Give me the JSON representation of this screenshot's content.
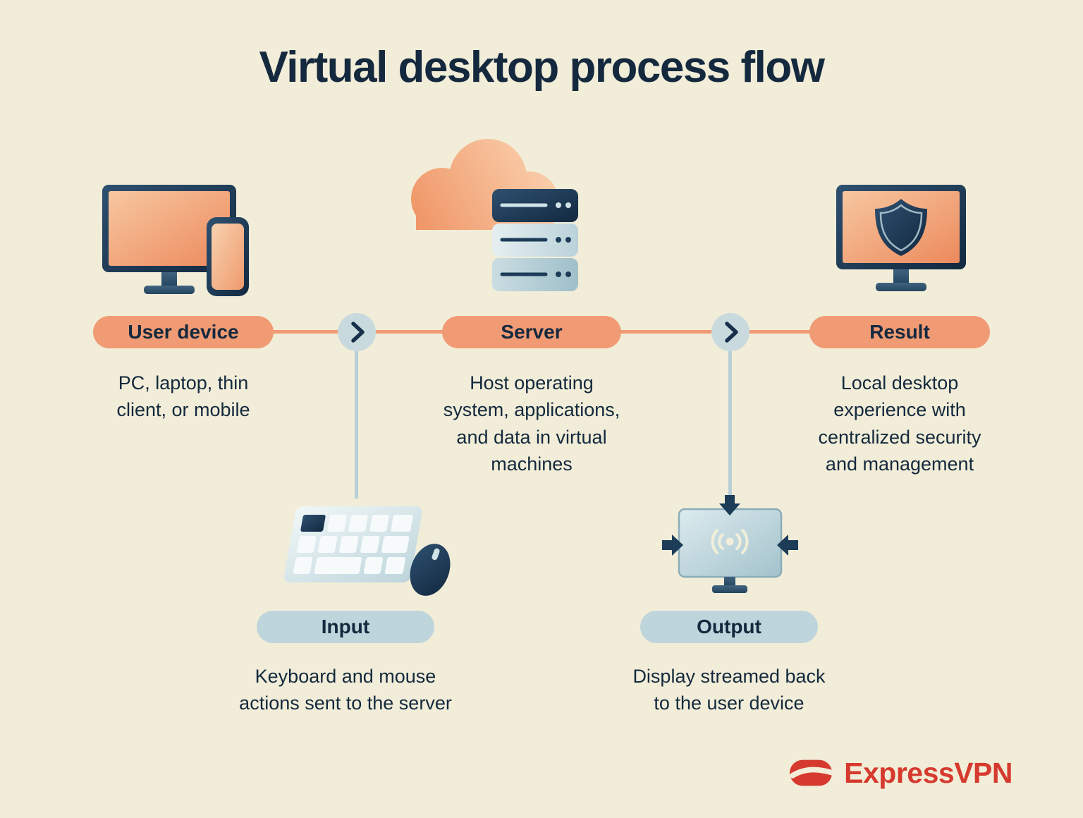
{
  "title": "Virtual desktop process flow",
  "flow": {
    "main_nodes": [
      {
        "label": "User device",
        "description": "PC, laptop, thin\nclient, or mobile",
        "icon": "monitor-phone-icon"
      },
      {
        "label": "Server",
        "description": "Host operating\nsystem, applications,\nand data in virtual\nmachines",
        "icon": "cloud-server-icon"
      },
      {
        "label": "Result",
        "description": "Local desktop\nexperience with\ncentralized security\nand management",
        "icon": "shield-monitor-icon"
      }
    ],
    "branch_nodes": [
      {
        "label": "Input",
        "description": "Keyboard and mouse\nactions sent to the server",
        "icon": "keyboard-mouse-icon"
      },
      {
        "label": "Output",
        "description": "Display streamed back\nto the user device",
        "icon": "streaming-monitor-icon"
      }
    ]
  },
  "branding": {
    "logo_text": "ExpressVPN"
  },
  "colors": {
    "background": "#f1edd8",
    "accent_orange": "#f09b74",
    "accent_blue": "#bfd5dc",
    "text_navy": "#14293e",
    "brand_red": "#d63a2e",
    "connector_blue": "#b9cfd8"
  }
}
